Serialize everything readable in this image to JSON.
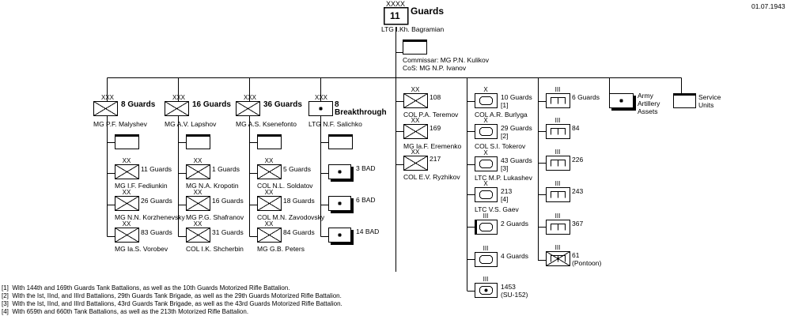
{
  "date": "01.07.1943",
  "army": {
    "number": "11",
    "name": "Guards",
    "commander": "LTG I.Kh. Bagramian",
    "echelon": "XXXX"
  },
  "staff": {
    "commissar": "Commissar: MG P.N. Kulikov",
    "cos": "CoS: MG N.P. Ivanov"
  },
  "corps": [
    {
      "name": "8 Guards",
      "commander": "MG P.F. Malyshev",
      "echelon": "XXX",
      "divisions": [
        {
          "name": "11 Guards",
          "commander": "MG I.F. Fediunkin"
        },
        {
          "name": "26 Guards",
          "commander": "MG N.N. Korzhenevsky"
        },
        {
          "name": "83 Guards",
          "commander": "MG Ia.S. Vorobev"
        }
      ]
    },
    {
      "name": "16 Guards",
      "commander": "MG A.V. Lapshov",
      "echelon": "XXX",
      "divisions": [
        {
          "name": "1 Guards",
          "commander": "MG N.A. Kropotin"
        },
        {
          "name": "16 Guards",
          "commander": "MG P.G. Shafranov"
        },
        {
          "name": "31 Guards",
          "commander": "COL I.K. Shcherbin"
        }
      ]
    },
    {
      "name": "36 Guards",
      "commander": "MG A.S. Ksenefonto",
      "echelon": "XXX",
      "divisions": [
        {
          "name": "5 Guards",
          "commander": "COL N.L. Soldatov"
        },
        {
          "name": "18 Guards",
          "commander": "COL M.N. Zavodovsky"
        },
        {
          "name": "84 Guards",
          "commander": "MG G.B. Peters"
        }
      ]
    }
  ],
  "breakthrough": {
    "name_line1": "8",
    "name_line2": "Breakthrough",
    "commander": "LTG N.F. Salichko",
    "echelon": "XXX",
    "units": [
      "3 BAD",
      "6 BAD",
      "14 BAD"
    ]
  },
  "rifle_divisions": [
    {
      "name": "108",
      "commander": "COL P.A. Teremov"
    },
    {
      "name": "169",
      "commander": "MG Ia.F. Eremenko"
    },
    {
      "name": "217",
      "commander": "COL E.V. Ryzhikov"
    }
  ],
  "tank_units": [
    {
      "line1": "10 Guards",
      "line2": "[1]",
      "commander": "COL A.R. Burlyga"
    },
    {
      "line1": "29 Guards",
      "line2": "[2]",
      "commander": "COL S.I. Tokerov"
    },
    {
      "line1": "43 Guards",
      "line2": "[3]",
      "commander": "LTC M.P. Lukashev"
    },
    {
      "line1": "213",
      "line2": "[4]",
      "commander": "LTC V.S. Gaev"
    },
    {
      "line1": "2 Guards",
      "line2": "",
      "commander": ""
    },
    {
      "line1": "4 Guards",
      "line2": "",
      "commander": ""
    },
    {
      "line1": "1453",
      "line2": "(SU-152)",
      "commander": ""
    }
  ],
  "engineer_units": [
    {
      "line1": "6 Guards",
      "line2": ""
    },
    {
      "line1": "84",
      "line2": ""
    },
    {
      "line1": "226",
      "line2": ""
    },
    {
      "line1": "243",
      "line2": ""
    },
    {
      "line1": "367",
      "line2": ""
    },
    {
      "line1": "61",
      "line2": "(Pontoon)"
    }
  ],
  "artillery": {
    "line1": "Army",
    "line2": "Artillery",
    "line3": "Assets"
  },
  "service": {
    "line1": "Service",
    "line2": "Units"
  },
  "footnotes": [
    "[1]  With 144th and 169th Guards Tank Battalions, as well as the 10th Guards Motorized Rifle Battalion.",
    "[2]  With the Ist, IInd, and IIIrd Battalions, 29th Guards Tank Brigade, as well as the 29th Guards Motorized Rifle Battalion.",
    "[3]  With the Ist, IInd, and IIIrd Battalions, 43rd Guards Tank Brigade, as well as the 43rd Guards Motorized Rifle Battalion.",
    "[4]  With 659th and 660th Tank Battalions, as well as the 213th Motorized Rifle Battalion."
  ]
}
